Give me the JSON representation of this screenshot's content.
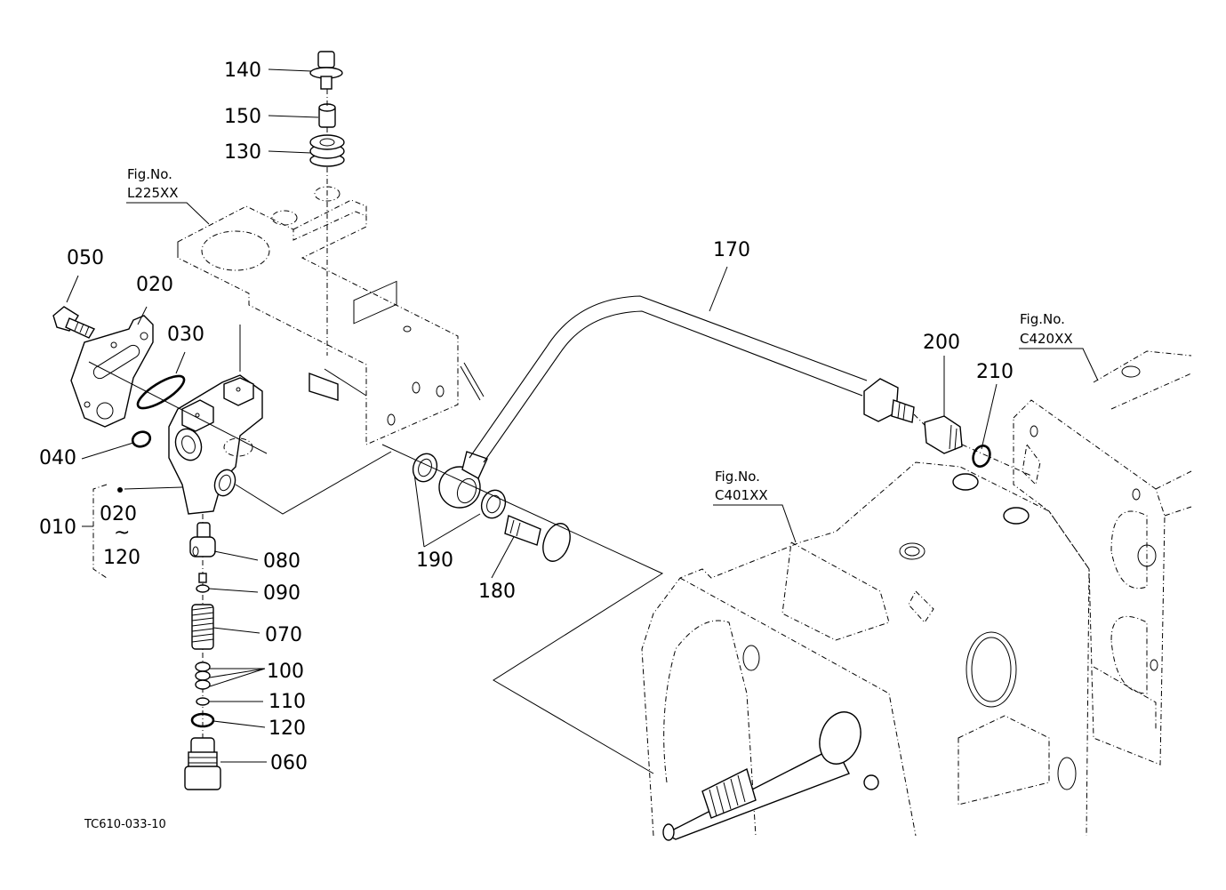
{
  "diagram": {
    "title": "Exploded parts diagram - hydraulic valve and pipe assembly",
    "drawing_code": "TC610-033-10",
    "accent_color": "#000000",
    "background_color": "#ffffff",
    "part_labels": {
      "p010": "010",
      "p020": "020",
      "p030": "030",
      "p040": "040",
      "p050": "050",
      "p060": "060",
      "p070": "070",
      "p080": "080",
      "p090": "090",
      "p100": "100",
      "p110": "110",
      "p120": "120",
      "p130": "130",
      "p140": "140",
      "p150": "150",
      "p170": "170",
      "p180": "180",
      "p190": "190",
      "p200": "200",
      "p210": "210"
    },
    "assembly_group": {
      "parent": "010",
      "range_start": "020",
      "range_symbol": "~",
      "range_end": "120"
    },
    "figure_refs": [
      {
        "line1": "Fig.No.",
        "line2": "L225XX"
      },
      {
        "line1": "Fig.No.",
        "line2": "C401XX"
      },
      {
        "line1": "Fig.No.",
        "line2": "C420XX"
      }
    ]
  }
}
